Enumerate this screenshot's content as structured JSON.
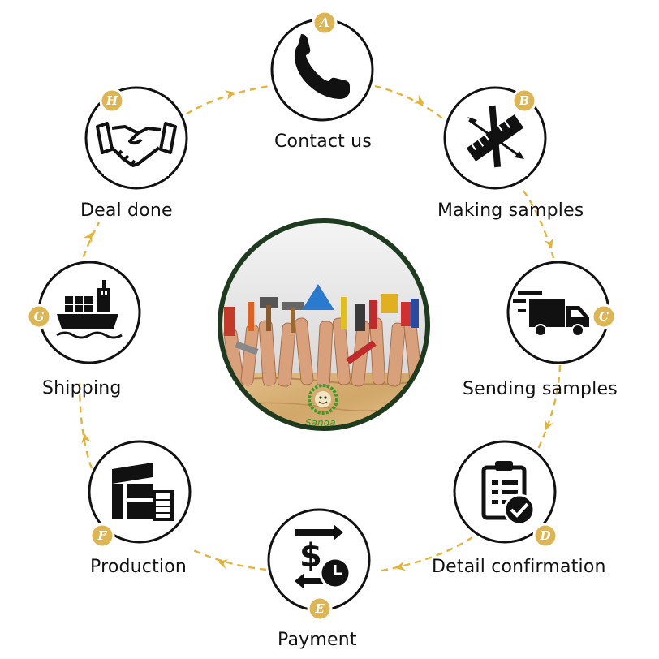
{
  "colors": {
    "dash": "#E3B43A",
    "badge": "#DDB552",
    "ring": "#111111",
    "center_ring": "#1F3B1F"
  },
  "steps": [
    {
      "letter": "A",
      "label": "Contact us",
      "icon": "phone-icon"
    },
    {
      "letter": "B",
      "label": "Making samples",
      "icon": "ruler-pencil-icon"
    },
    {
      "letter": "C",
      "label": "Sending samples",
      "icon": "delivery-truck-icon"
    },
    {
      "letter": "D",
      "label": "Detail confirmation",
      "icon": "clipboard-check-icon"
    },
    {
      "letter": "E",
      "label": "Payment",
      "icon": "dollar-exchange-clock-icon"
    },
    {
      "letter": "F",
      "label": "Production",
      "icon": "factory-icon"
    },
    {
      "letter": "G",
      "label": "Shipping",
      "icon": "cargo-ship-icon"
    },
    {
      "letter": "H",
      "label": "Deal done",
      "icon": "handshake-icon"
    }
  ],
  "center": {
    "logo_text": "Sanda",
    "image": "hands-holding-tools-photo"
  }
}
